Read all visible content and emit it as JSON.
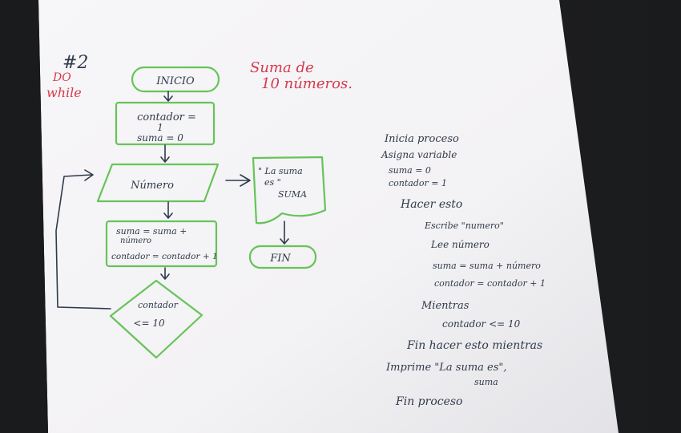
{
  "header": {
    "number": "#2",
    "loop_type_line1": "DO",
    "loop_type_line2": "while",
    "title_line1": "Suma de",
    "title_line2": "10 números."
  },
  "flowchart": {
    "start": "INICIO",
    "init_line1": "contador =",
    "init_line2": "1",
    "init_line3": "suma = 0",
    "input": "Número",
    "output_line1": "\" La suma",
    "output_line2": "es \"",
    "output_line3": "SUMA",
    "process_line1": "suma = suma +",
    "process_line2": "número",
    "process_line3": "contador = contador + 1",
    "decision_line1": "contador",
    "decision_line2": "<= 10",
    "end": "FIN"
  },
  "pseudocode": {
    "line1": "Inicia proceso",
    "line2": "Asigna variable",
    "line3": "suma = 0",
    "line4": "contador = 1",
    "line5": "Hacer esto",
    "line6": "Escribe \"numero\"",
    "line7": "Lee número",
    "line8": "suma = suma + número",
    "line9": "contador = contador + 1",
    "line10": "Mientras",
    "line11": "contador <= 10",
    "line12": "Fin hacer esto mientras",
    "line13": "Imprime \"La suma es\",",
    "line14": "suma",
    "line15": "Fin proceso"
  },
  "colors": {
    "paper": "#f4f3f6",
    "ink": "#2f3a4b",
    "red_ink": "#d63a4e",
    "green_ink": "#67c35a",
    "background": "#1c1d1f"
  }
}
